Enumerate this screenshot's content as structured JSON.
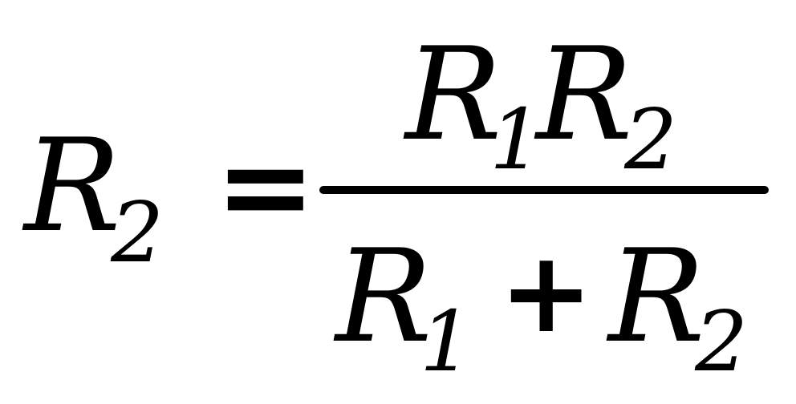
{
  "formula": {
    "lhs": {
      "symbol": "R",
      "subscript": "2"
    },
    "equals": "=",
    "numerator": [
      {
        "symbol": "R",
        "subscript": "1"
      },
      {
        "symbol": "R",
        "subscript": "2"
      }
    ],
    "denominator": {
      "left": {
        "symbol": "R",
        "subscript": "1"
      },
      "operator": "+",
      "right": {
        "symbol": "R",
        "subscript": "2"
      }
    }
  },
  "colors": {
    "ink": "#000000",
    "background": "#ffffff"
  }
}
